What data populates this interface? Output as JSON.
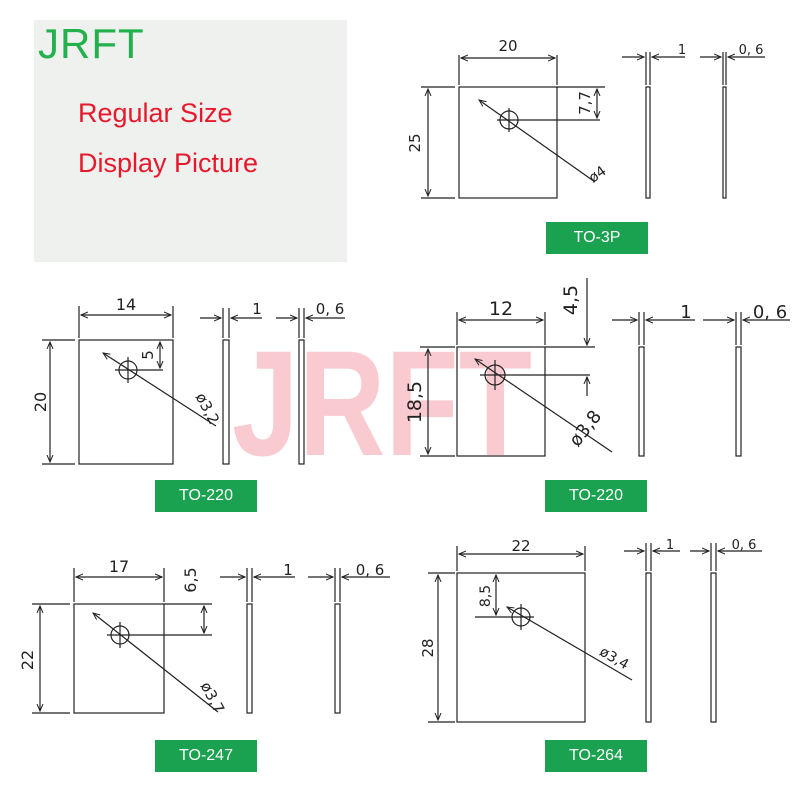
{
  "brand": "JRFT",
  "card_lines": [
    "Regular Size",
    "Display Picture"
  ],
  "watermark": "JRFT",
  "packages": [
    {
      "label": "TO-3P",
      "width": "20",
      "height": "25",
      "hole_offset": "7,7",
      "hole_dia": "ø4",
      "thick1": "1",
      "thick2": "0, 6"
    },
    {
      "label": "TO-220",
      "width": "14",
      "height": "20",
      "hole_offset": "5",
      "hole_dia": "ø3,2",
      "thick1": "1",
      "thick2": "0, 6"
    },
    {
      "label": "TO-220",
      "width": "12",
      "height": "18,5",
      "hole_offset": "4,5",
      "hole_dia": "ø3,8",
      "thick1": "1",
      "thick2": "0, 6"
    },
    {
      "label": "TO-247",
      "width": "17",
      "height": "22",
      "hole_offset": "6,5",
      "hole_dia": "ø3,7",
      "thick1": "1",
      "thick2": "0, 6"
    },
    {
      "label": "TO-264",
      "width": "22",
      "height": "28",
      "hole_offset": "8,5",
      "hole_dia": "ø3,4",
      "thick1": "1",
      "thick2": "0, 6"
    }
  ],
  "colors": {
    "brand": "#22b14c",
    "card_text": "#e8192c",
    "label_bg": "#1aa251",
    "line": "#222222"
  }
}
